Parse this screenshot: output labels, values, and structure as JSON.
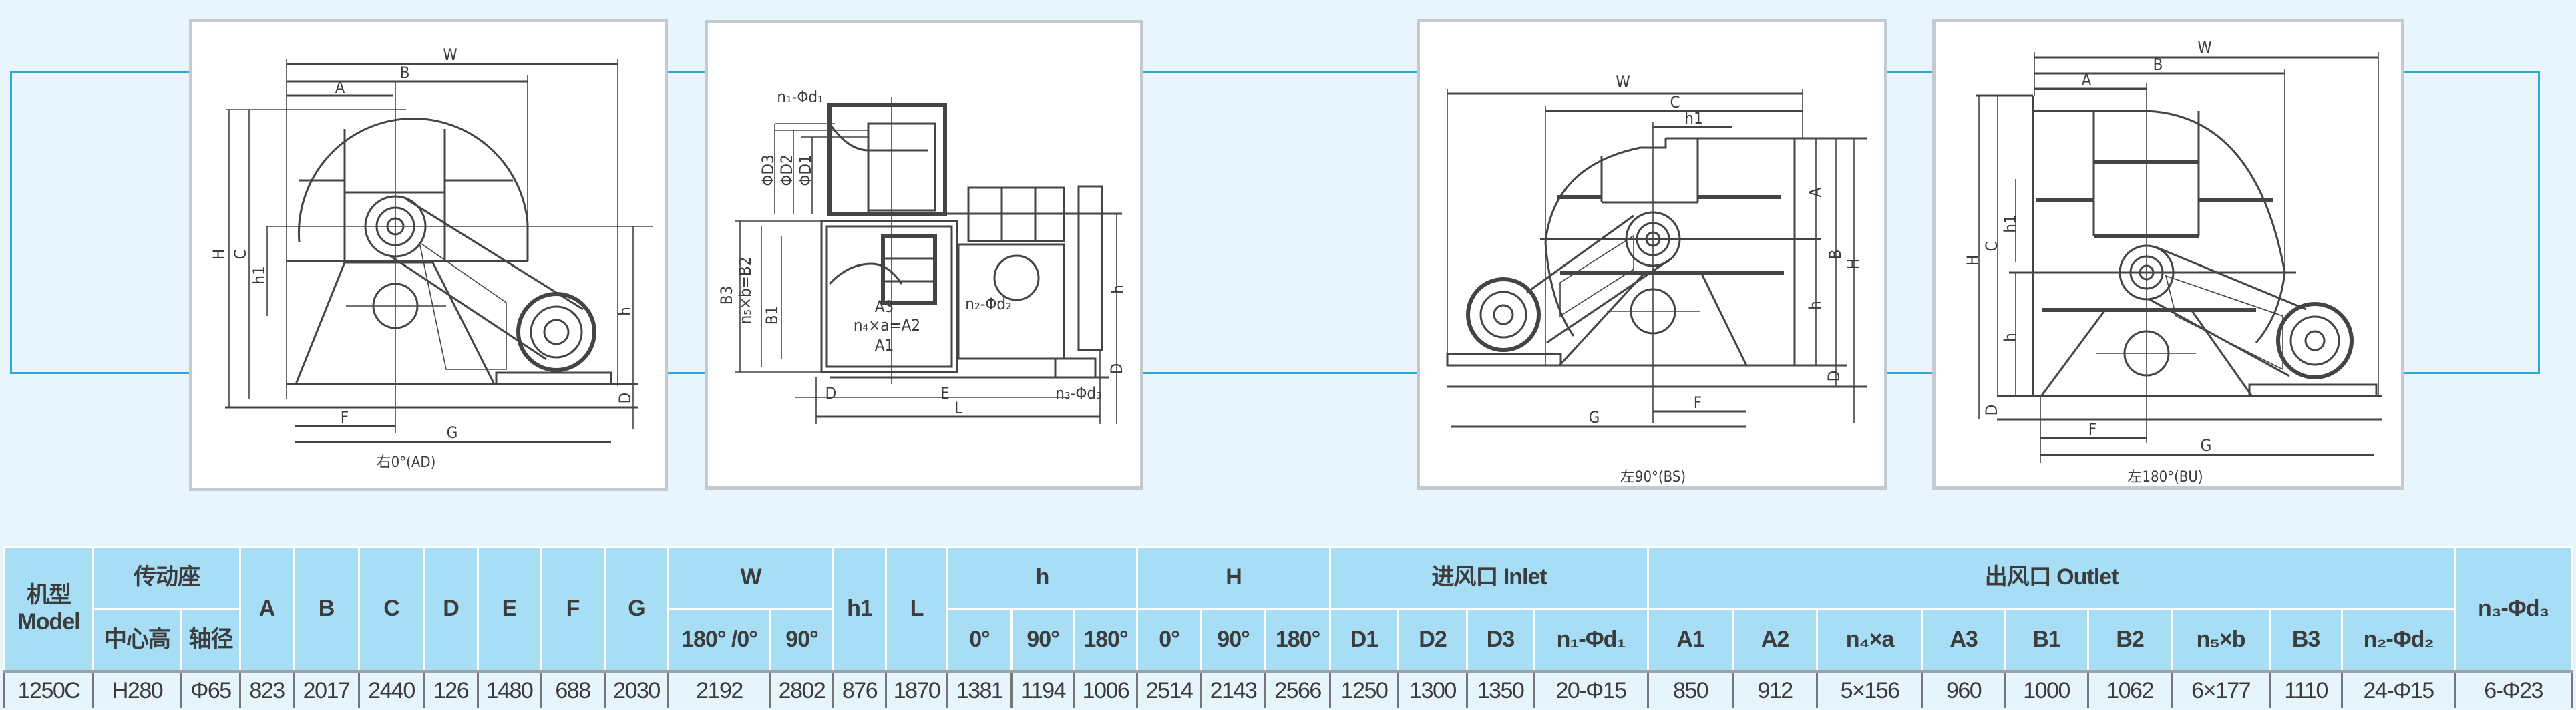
{
  "diagrams": [
    {
      "caption": "右0°(AD)",
      "labels": {
        "W": "W",
        "B": "B",
        "A": "A",
        "H": "H",
        "C": "C",
        "h1": "h1",
        "h": "h",
        "D": "D",
        "F": "F",
        "G": "G"
      }
    },
    {
      "caption": "",
      "labels": {
        "n1d1": "n₁-Φd₁",
        "D3": "ΦD3",
        "D2": "ΦD2",
        "D1": "ΦD1",
        "B3": "B3",
        "n5b": "n₅×b=B2",
        "B1": "B1",
        "A3": "A3",
        "n4a": "n₄×a=A2",
        "A1": "A1",
        "n2d2": "n₂-Φd₂",
        "h": "h",
        "D": "D",
        "Dl": "D",
        "E": "E",
        "n3d3": "n₃-Φd₃",
        "L": "L"
      }
    },
    {
      "caption": "左90°(BS)",
      "labels": {
        "W": "W",
        "C": "C",
        "h1": "h1",
        "A": "A",
        "B": "B",
        "H": "H",
        "h": "h",
        "D": "D",
        "F": "F",
        "G": "G"
      }
    },
    {
      "caption": "左180°(BU)",
      "labels": {
        "W": "W",
        "B": "B",
        "A": "A",
        "H": "H",
        "C": "C",
        "h1": "h1",
        "h": "h",
        "D": "D",
        "F": "F",
        "G": "G"
      }
    }
  ],
  "table": {
    "headers": {
      "model": "机型 Model",
      "drive": "传动座",
      "center_height": "中心高",
      "shaft_dia": "轴径",
      "A": "A",
      "B": "B",
      "C": "C",
      "D": "D",
      "E": "E",
      "F": "F",
      "G": "G",
      "W": "W",
      "W_180_0": "180° /0°",
      "W_90": "90°",
      "h1": "h1",
      "L": "L",
      "h": "h",
      "h_0": "0°",
      "h_90": "90°",
      "h_180": "180°",
      "H": "H",
      "H_0": "0°",
      "H_90": "90°",
      "H_180": "180°",
      "inlet": "进风口 Inlet",
      "D1": "D1",
      "D2": "D2",
      "D3": "D3",
      "n1d1": "n₁-Φd₁",
      "outlet": "出风口 Outlet",
      "A1": "A1",
      "A2": "A2",
      "n4a": "n₄×a",
      "A3": "A3",
      "B1": "B1",
      "B2": "B2",
      "n5b": "n₅×b",
      "B3": "B3",
      "n2d2": "n₂-Φd₂",
      "n3d3": "n₃-Φd₃"
    },
    "rows": [
      [
        "1250C",
        "H280",
        "Φ65",
        "823",
        "2017",
        "2440",
        "126",
        "1480",
        "688",
        "2030",
        "2192",
        "2802",
        "876",
        "1870",
        "1381",
        "1194",
        "1006",
        "2514",
        "2143",
        "2566",
        "1250",
        "1300",
        "1350",
        "20-Φ15",
        "850",
        "912",
        "5×156",
        "960",
        "1000",
        "1062",
        "6×177",
        "1110",
        "24-Φ15",
        "6-Φ23"
      ]
    ]
  },
  "colors": {
    "header_bg": "#a7def6",
    "row_bg": "#e6f4fb",
    "bracket": "#2fa8d8",
    "page_bg": "#e8f5fc"
  }
}
